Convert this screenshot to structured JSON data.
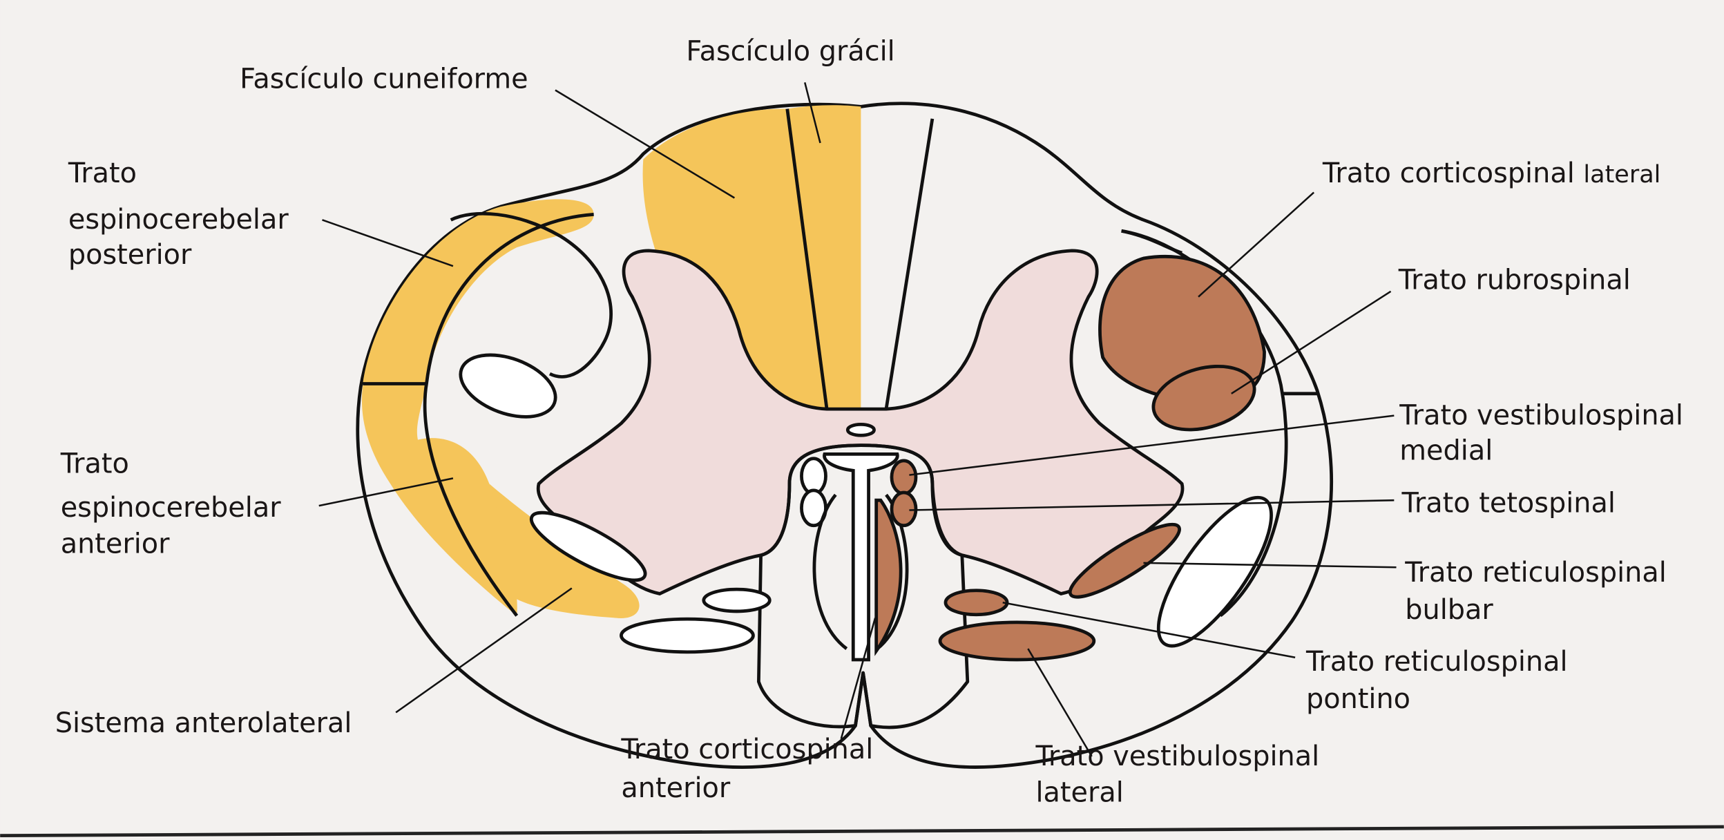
{
  "title": "Tratos da medula espinal",
  "labels": {
    "fasciculo_gracil": "Fascículo grácil",
    "fasciculo_cuneiforme": "Fascículo cuneiforme",
    "espinocerebelar_posterior": [
      "Trato",
      "espinocerebelar",
      "posterior"
    ],
    "espinocerebelar_anterior": [
      "Trato",
      "espinocerebelar",
      "anterior"
    ],
    "sistema_anterolateral": "Sistema anterolateral",
    "corticospinal_anterior": [
      "Trato corticospinal",
      "anterior"
    ],
    "vestibulospinal_lateral": [
      "Trato vestibulospinal",
      "lateral"
    ],
    "reticulospinal_pontino": [
      "Trato reticulospinal",
      "pontino"
    ],
    "reticulospinal_bulbar": [
      "Trato reticulospinal",
      "bulbar"
    ],
    "tetospinal": "Trato tetospinal",
    "vestibulospinal_medial": [
      "Trato vestibulospinal",
      "medial"
    ],
    "rubrospinal": "Trato rubrospinal",
    "corticospinal_lateral": [
      "Trato corticospinal ",
      "lateral"
    ]
  },
  "colors": {
    "ascending": "#f5c55a",
    "descending": "#bd7a58",
    "gray_matter": "#f0dcdb"
  }
}
